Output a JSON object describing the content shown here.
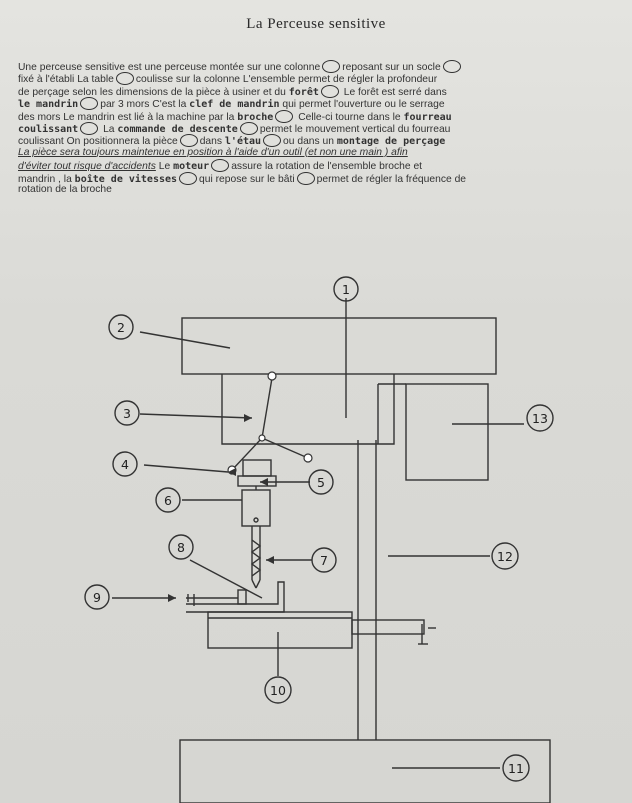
{
  "title": "La Perceuse sensitive",
  "paragraph": [
    [
      "Une perceuse sensitive est une perceuse montée sur une colonne",
      {
        "blank": true
      },
      "reposant sur un socle",
      {
        "blank": true
      }
    ],
    [
      "fixé à l'établi   La table",
      {
        "blank": true
      },
      "coulisse sur la colonne   L'ensemble permet de régler la profondeur"
    ],
    [
      "de perçage selon les dimensions de la pièce à usiner et du ",
      {
        "b": "forêt"
      },
      {
        "blank": true
      },
      "  Le forêt est serré dans"
    ],
    [
      {
        "b": "le mandrin"
      },
      {
        "blank": true
      },
      "par 3 mors  C'est la ",
      {
        "b": "clef de mandrin"
      },
      " qui permet l'ouverture ou le serrage"
    ],
    [
      "des mors   Le mandrin est lié à la machine par la ",
      {
        "b": "broche"
      },
      {
        "blank": true
      },
      "  Celle-ci tourne dans le ",
      {
        "b": "fourreau"
      }
    ],
    [
      {
        "b": "coulissant"
      },
      {
        "blank": true
      },
      "  La ",
      {
        "b": "commande de descente"
      },
      {
        "blank": true
      },
      "permet le mouvement vertical du fourreau"
    ],
    [
      "coulissant   On positionnera la pièce",
      {
        "blank": true
      },
      "dans ",
      {
        "b": "l'étau"
      },
      {
        "blank": true
      },
      "ou dans un ",
      {
        "b": "montage de perçage"
      }
    ],
    [
      {
        "i": "La pièce sera toujours maintenue en position à l'aide d'un outil (et non une main ) afin"
      }
    ],
    [
      {
        "i": "d'éviter tout risque d'accidents"
      },
      "   Le ",
      {
        "b": "moteur"
      },
      {
        "blank": true
      },
      "assure la rotation de l'ensemble broche et"
    ],
    [
      "mandrin , la ",
      {
        "b": "boîte de vitesses"
      },
      {
        "blank": true
      },
      "qui repose sur le bâti",
      {
        "blank": true
      },
      "permet de régler la fréquence de"
    ],
    [
      "rotation de la broche"
    ]
  ],
  "callouts": [
    "1",
    "2",
    "3",
    "4",
    "5",
    "6",
    "7",
    "8",
    "9",
    "10",
    "11",
    "12",
    "13"
  ],
  "colors": {
    "ink": "#2a2a2a",
    "paper": "#dcdcd8"
  }
}
